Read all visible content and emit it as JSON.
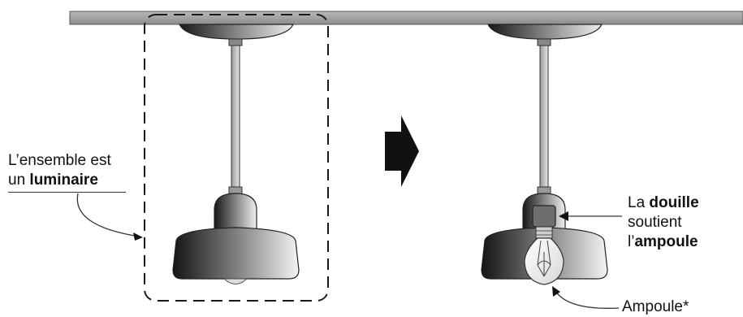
{
  "labels": {
    "ensemble_line1": "L’ensemble est",
    "ensemble_line2_prefix": "un ",
    "ensemble_line2_bold": "luminaire",
    "douille_prefix": "La ",
    "douille_bold": "douille",
    "douille_line2": "soutient",
    "douille_line3_prefix": "l’",
    "douille_line3_bold": "ampoule",
    "ampoule": "Ampoule*"
  },
  "colors": {
    "ceiling": "#9a9a9a",
    "metal_dark": "#1a1a1a",
    "metal_light": "#f2f2f2",
    "outline": "#222222",
    "arrow": "#111111"
  }
}
